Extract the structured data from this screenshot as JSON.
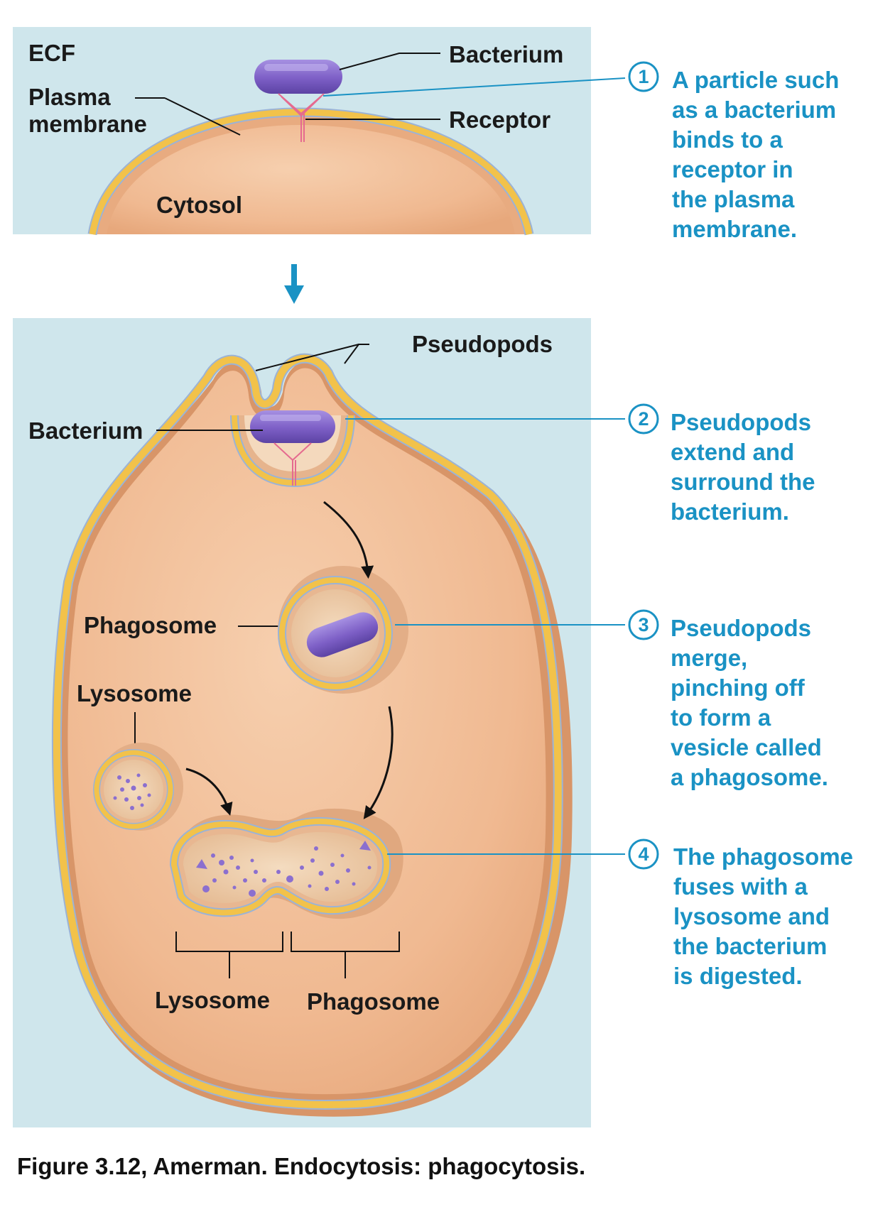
{
  "labels": {
    "ecf": "ECF",
    "plasma_membrane": [
      "Plasma",
      "membrane"
    ],
    "cytosol": "Cytosol",
    "bacterium_top": "Bacterium",
    "receptor": "Receptor",
    "pseudopods": "Pseudopods",
    "bacterium_mid": "Bacterium",
    "phagosome": "Phagosome",
    "lysosome": "Lysosome",
    "lysosome_bottom": "Lysosome",
    "phagosome_bottom": "Phagosome"
  },
  "steps": [
    {
      "number": "1",
      "lines": [
        "A particle such",
        "as a bacterium",
        "binds to a",
        "receptor in",
        "the plasma",
        "membrane."
      ]
    },
    {
      "number": "2",
      "lines": [
        "Pseudopods",
        "extend and",
        "surround the",
        "bacterium."
      ]
    },
    {
      "number": "3",
      "lines": [
        "Pseudopods",
        "merge,",
        "pinching off",
        "to form a",
        "vesicle called",
        "a phagosome."
      ]
    },
    {
      "number": "4",
      "lines": [
        "The phagosome",
        "fuses with a",
        "lysosome and",
        "the bacterium",
        "is digested."
      ]
    }
  ],
  "caption": "Figure 3.12, Amerman. Endocytosis: phagocytosis.",
  "colors": {
    "ecf": "#cfe6ec",
    "cytosol": "#f2bf9a",
    "membrane": "#f2c24a",
    "bacterium": "#8b6fcf",
    "step_text": "#1a92c4"
  }
}
